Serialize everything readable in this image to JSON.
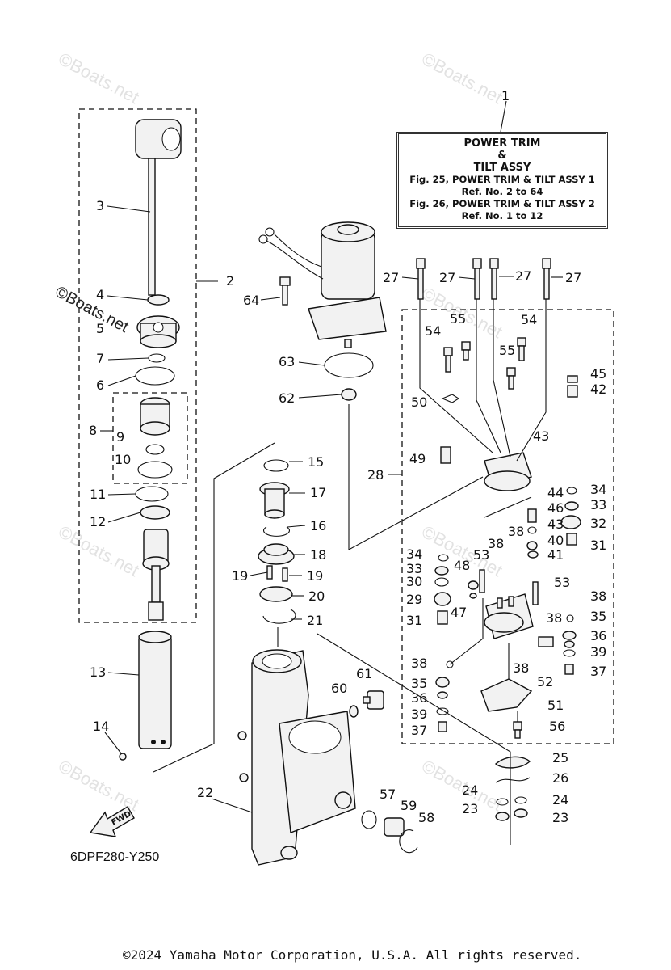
{
  "legend": {
    "ref": "1",
    "line1": "POWER TRIM",
    "line2": "&",
    "line3": "TILT ASSY",
    "line4": "Fig. 25, POWER TRIM & TILT ASSY 1",
    "line5": "Ref. No. 2 to 64",
    "line6": "Fig. 26, POWER TRIM & TILT ASSY 2",
    "line7": "Ref. No. 1 to 12"
  },
  "drawing_code": "6DPF280-Y250",
  "fwd_label": "FWD",
  "copyright": "©2024 Yamaha Motor Corporation, U.S.A. All rights reserved.",
  "watermark": "©Boats.net",
  "callouts": [
    "2",
    "3",
    "4",
    "5",
    "6",
    "7",
    "8",
    "9",
    "10",
    "11",
    "12",
    "13",
    "14",
    "15",
    "16",
    "17",
    "18",
    "19",
    "19",
    "20",
    "21",
    "22",
    "23",
    "23",
    "24",
    "24",
    "25",
    "26",
    "27",
    "27",
    "27",
    "27",
    "28",
    "29",
    "30",
    "31",
    "31",
    "32",
    "33",
    "33",
    "34",
    "34",
    "35",
    "35",
    "36",
    "36",
    "37",
    "37",
    "38",
    "38",
    "38",
    "38",
    "38",
    "38",
    "39",
    "39",
    "40",
    "41",
    "42",
    "43",
    "43",
    "44",
    "45",
    "46",
    "47",
    "48",
    "49",
    "50",
    "51",
    "52",
    "53",
    "53",
    "54",
    "54",
    "55",
    "55",
    "56",
    "57",
    "58",
    "59",
    "60",
    "61",
    "62",
    "63",
    "64"
  ]
}
